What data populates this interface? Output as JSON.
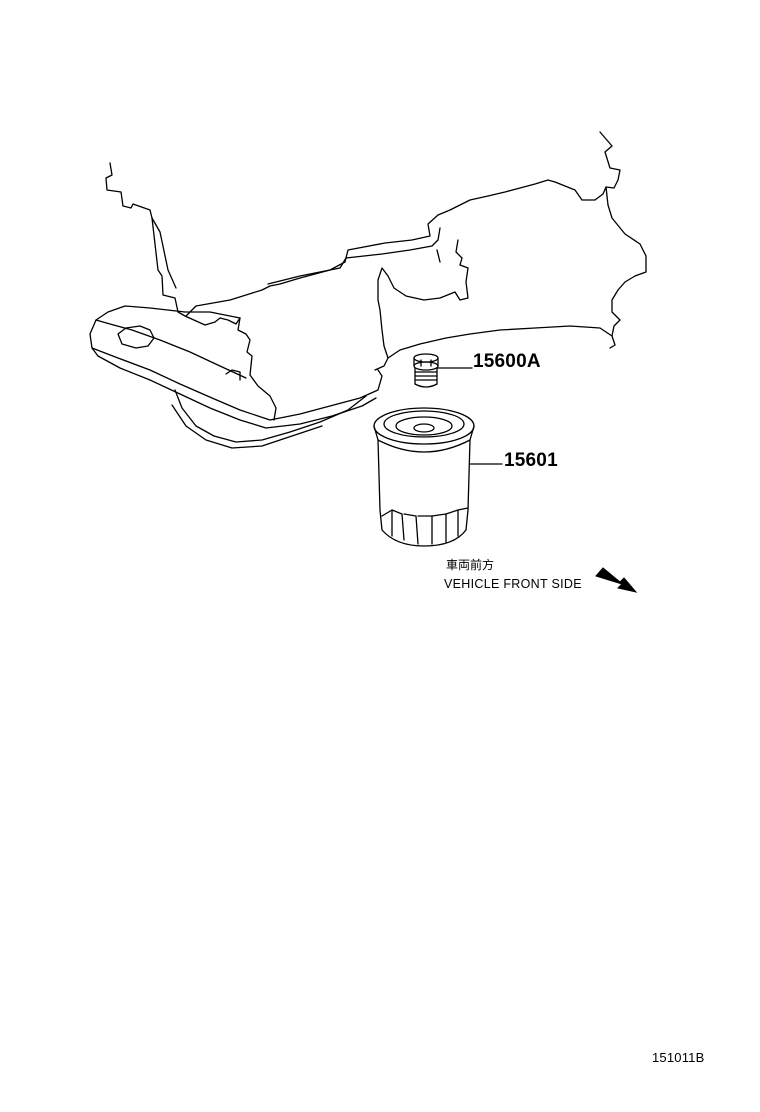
{
  "parts": [
    {
      "number": "15600A"
    },
    {
      "number": "15601"
    }
  ],
  "direction": {
    "japanese": "車両前方",
    "english": "VEHICLE FRONT SIDE"
  },
  "illustration_code": "151011B"
}
